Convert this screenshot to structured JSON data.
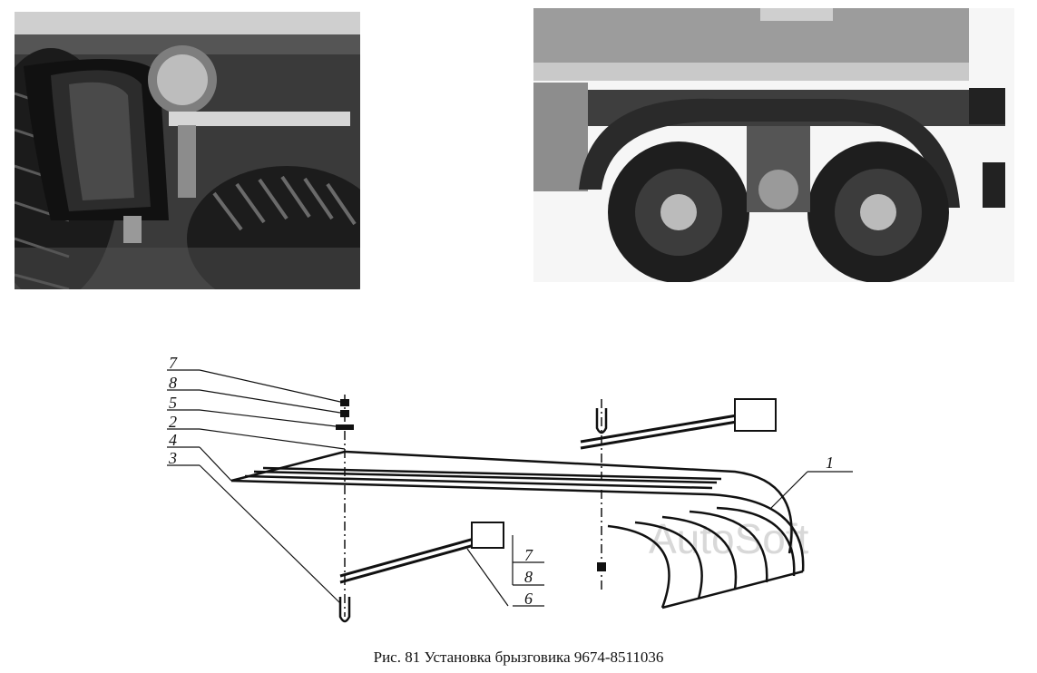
{
  "caption": "Рис. 81 Установка брызговика  9674-8511036",
  "watermark": "AutoSoft",
  "callouts_left": [
    "7",
    "8",
    "5",
    "2",
    "4",
    "3"
  ],
  "callouts_right": [
    "1"
  ],
  "callouts_bottom": [
    "7",
    "8",
    "6"
  ]
}
